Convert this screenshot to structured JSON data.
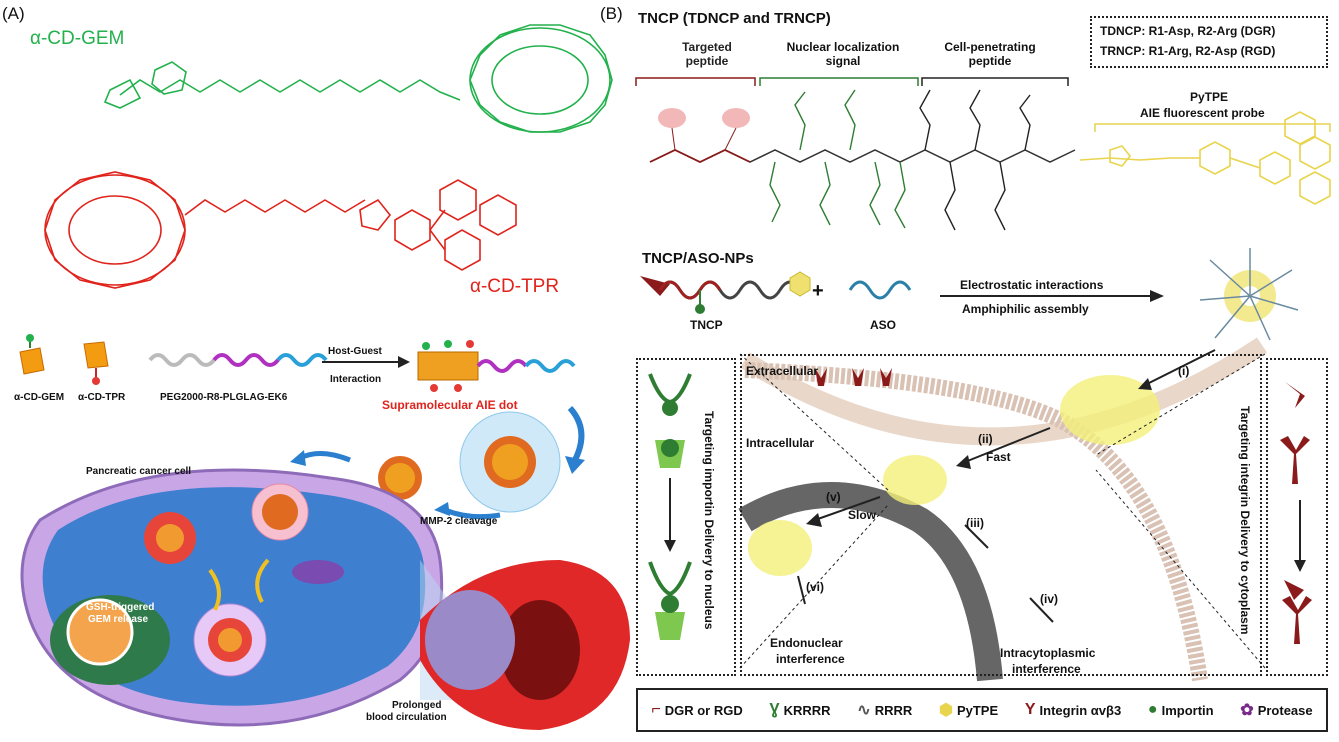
{
  "panel_a": {
    "label": "(A)",
    "gem_title": "α-CD-GEM",
    "tpr_title": "α-CD-TPR",
    "components": [
      "α-CD-GEM",
      "α-CD-TPR",
      "PEG2000-R8-PLGLAG-EK6"
    ],
    "host_guest_1": "Host-Guest",
    "host_guest_2": "Interaction",
    "aie_dot": "Supramolecular AIE dot",
    "mmp": "MMP-2 cleavage",
    "cell": "Pancreatic cancer cell",
    "gsh_1": "GSH-triggered",
    "gsh_2": "GEM release",
    "prolonged_1": "Prolonged",
    "prolonged_2": "blood circulation"
  },
  "panel_b": {
    "label": "(B)",
    "title": "TNCP (TDNCP and TRNCP)",
    "box_line1": "TDNCP: R1-Asp, R2-Arg (DGR)",
    "box_line2": "TRNCP: R1-Arg, R2-Asp (RGD)",
    "seg_targeted": "Targeted peptide",
    "seg_nls": "Nuclear localization signal",
    "seg_cpp": "Cell-penetrating peptide",
    "pytpe_1": "PyTPE",
    "pytpe_2": "AIE fluorescent probe",
    "np_title": "TNCP/ASO-NPs",
    "tncp": "TNCP",
    "aso": "ASO",
    "electro": "Electrostatic interactions",
    "amphi": "Amphiphilic assembly",
    "extracellular": "Extracellular",
    "intracellular": "Intracellular",
    "step_i": "(i)",
    "step_ii": "(ii)",
    "fast": "Fast",
    "step_iii": "(iii)",
    "step_iv": "(iv)",
    "step_v": "(v)",
    "slow": "Slow",
    "step_vi": "(vi)",
    "endo_1": "Endonuclear",
    "endo_2": "interference",
    "intra_1": "Intracytoplasmic",
    "intra_2": "interference",
    "left_side_1": "Targeting importin",
    "left_side_2": "Delivery to nucleus",
    "right_side_1": "Targeting integrin",
    "right_side_2": "Delivery to cytoplasm",
    "legend": [
      "DGR or RGD",
      "KRRRR",
      "RRRR",
      "PyTPE",
      "Integrin αvβ3",
      "Importin",
      "Protease"
    ]
  },
  "colors": {
    "gem": "#22b14c",
    "tpr": "#e0231b",
    "peptide_red": "#8b1a1a",
    "nls_green": "#2e7d32",
    "pytpe_yellow": "#e8d44d",
    "integrin": "#8b1a1a"
  }
}
